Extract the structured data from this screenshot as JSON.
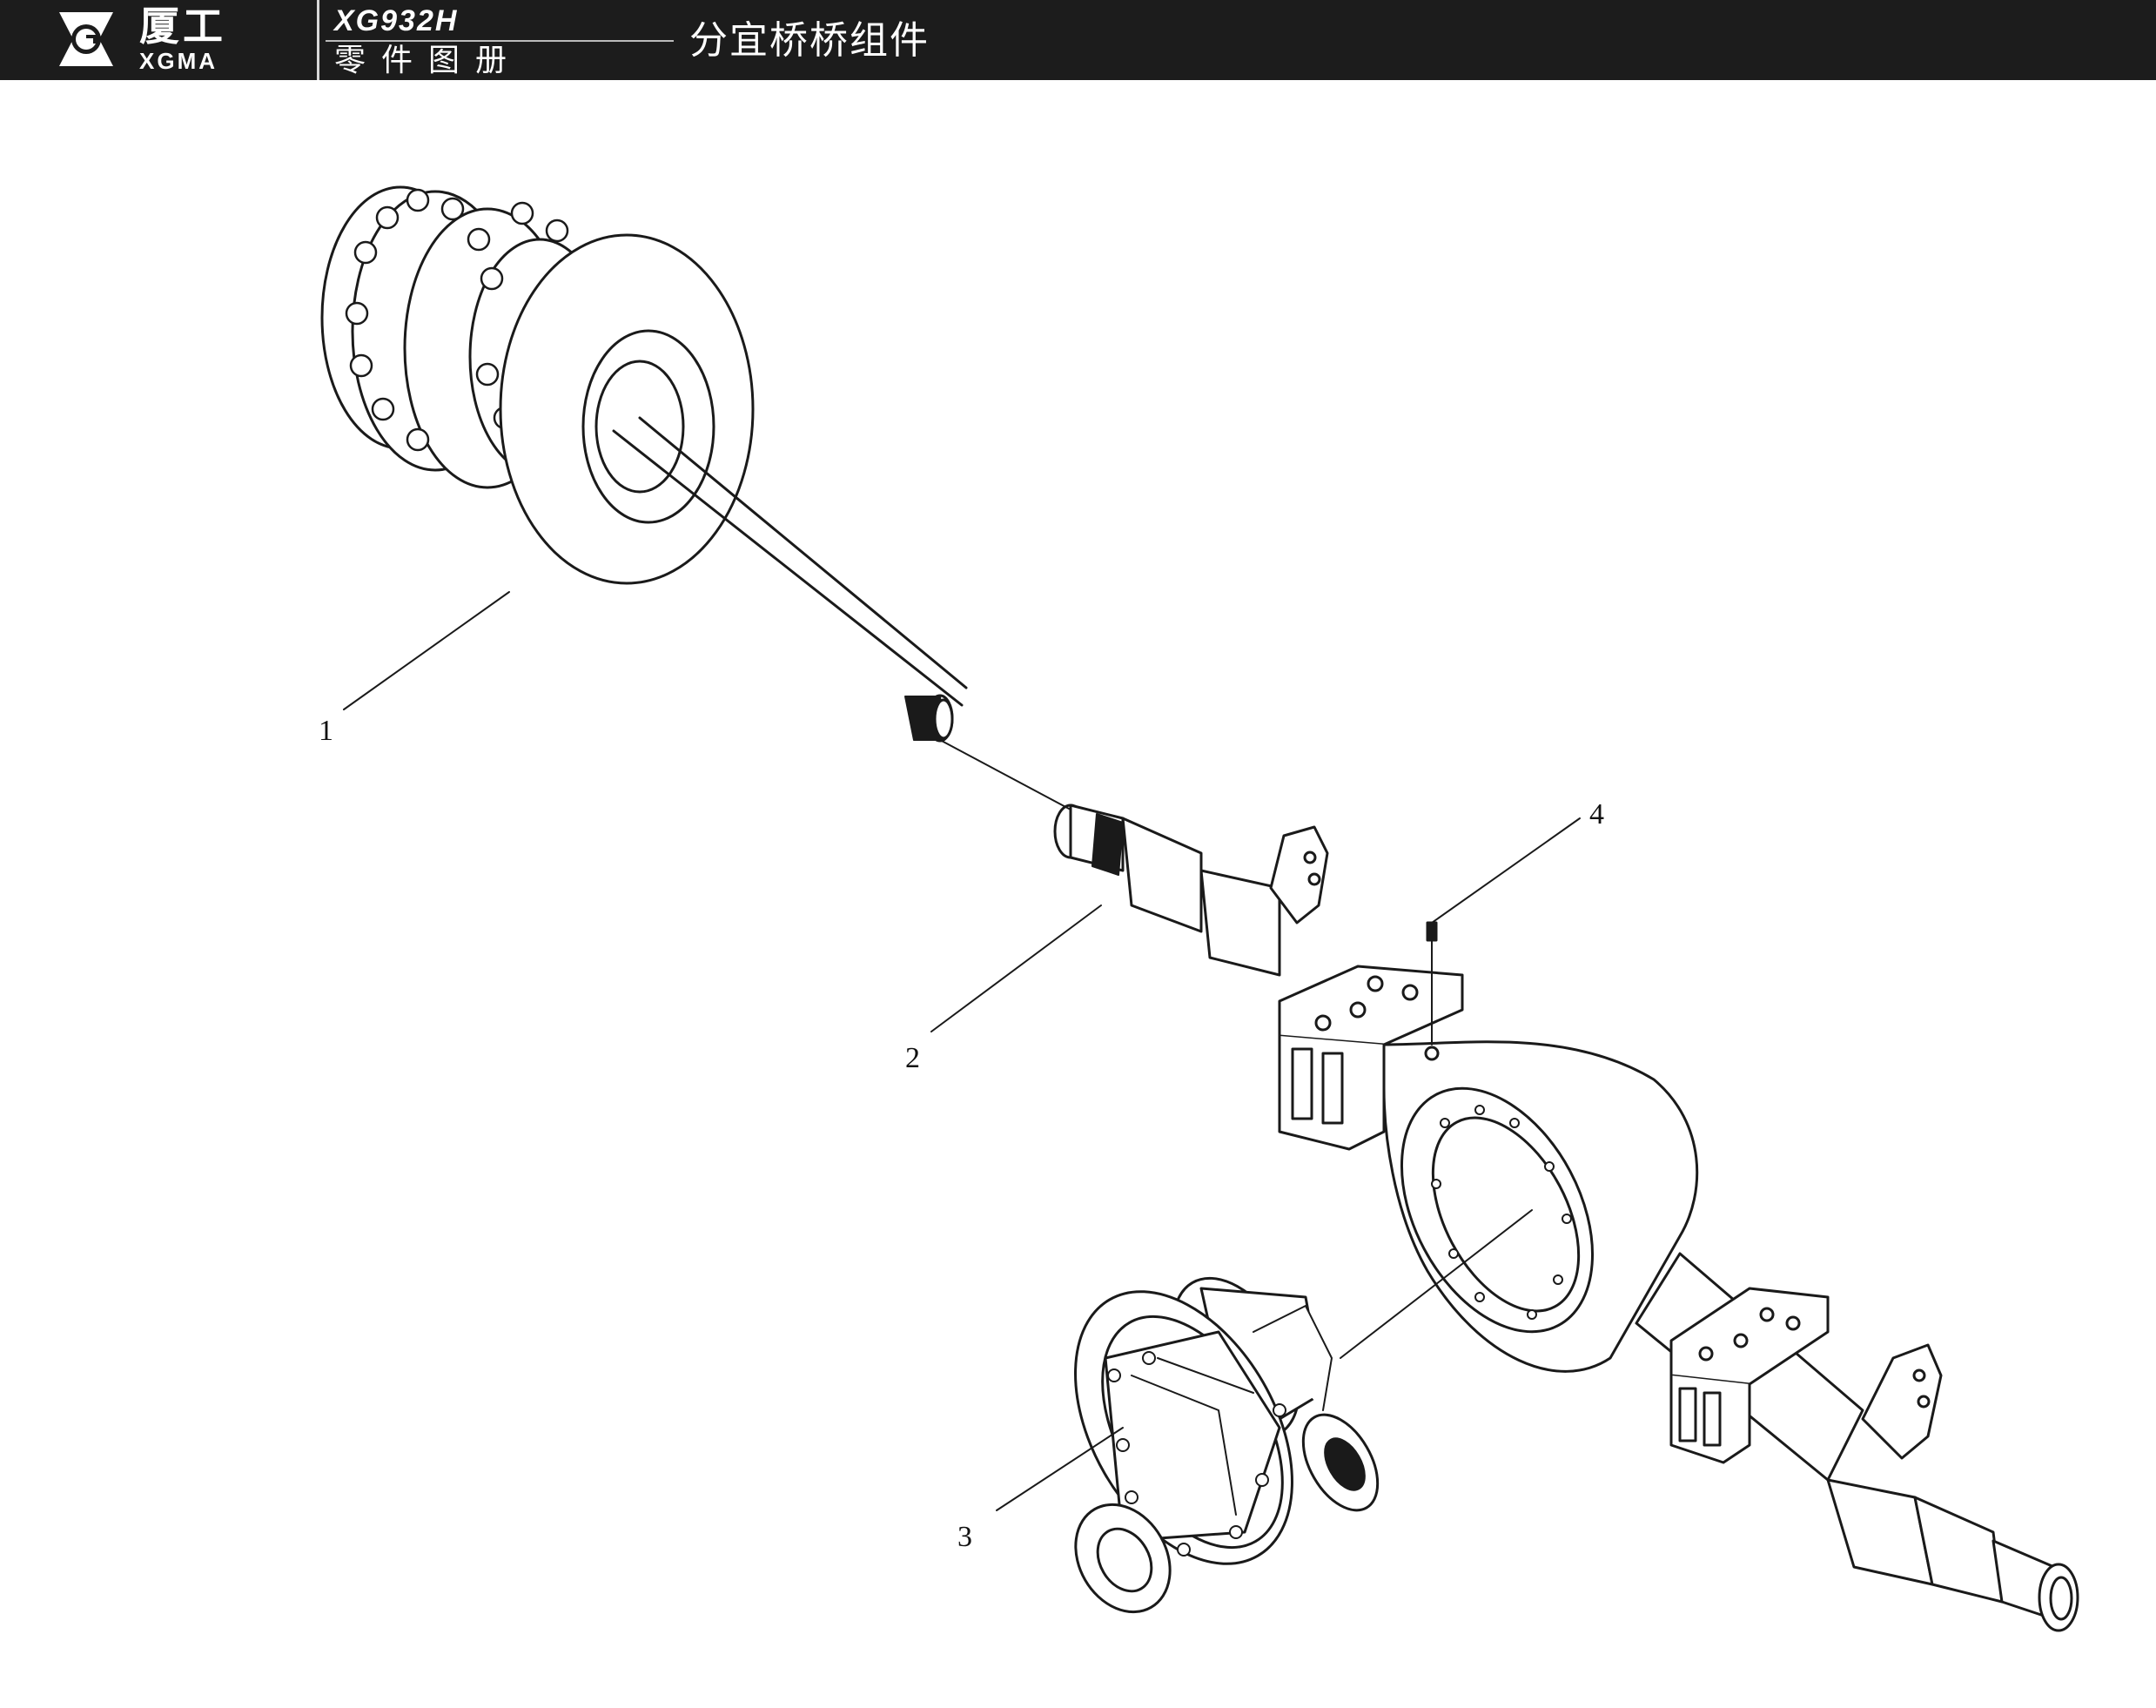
{
  "header": {
    "brand_cn": "厦工",
    "brand_en": "XGMA",
    "model": "XG932H",
    "catalog": "零件图册",
    "assembly_title": "分宜桥桥组件"
  },
  "callouts": [
    "1",
    "2",
    "3",
    "4"
  ],
  "colors": {
    "header_bg": "#1c1c1c",
    "header_text": "#ffffff",
    "line": "#1a1a1a"
  }
}
